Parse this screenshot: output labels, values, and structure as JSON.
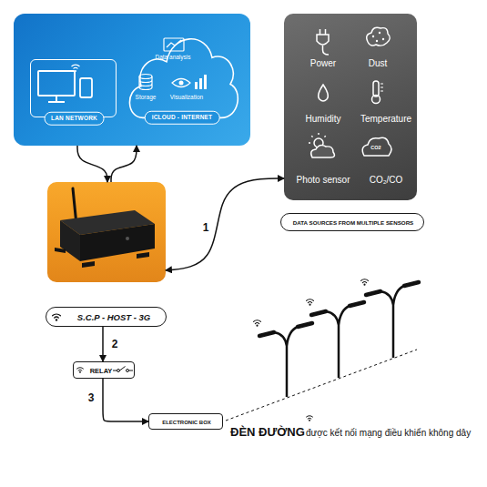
{
  "diagram": {
    "nodes": [
      {
        "text": []
      },
      {
        "text": [
          "LAN NETWORK"
        ],
        "in": 0
      },
      {
        "text": [
          "Data analysis",
          "Storage",
          "Visualization",
          "iCLOUD - INTERNET"
        ],
        "in": 0
      },
      {
        "text": [
          "Power",
          "Dust",
          "Humidity",
          "Temperature",
          "Photo sensor",
          "CO₂/CO"
        ]
      },
      {
        "text": [
          "DATA SOURCES FROM MULTIPLE SENSORS"
        ]
      },
      {
        "text": []
      },
      {
        "text": [
          "S.C.P - HOST - 3G"
        ]
      },
      {
        "text": [
          "RELAY"
        ]
      },
      {
        "text": [
          "ELECTRONIC BOX"
        ]
      }
    ],
    "edges": [
      {
        "from": 0,
        "to": 5,
        "arrow": "to"
      },
      {
        "from": 5,
        "to": 0,
        "arrow": "to"
      },
      {
        "from": 5,
        "to": 3,
        "label": "1",
        "arrow": "both"
      },
      {
        "from": 6,
        "to": 7,
        "label": "2",
        "arrow": "to"
      },
      {
        "from": 7,
        "to": 8,
        "label": "3",
        "arrow": "to"
      }
    ],
    "labels": [
      "CO2",
      "ĐÈN ĐƯỜNG",
      "được kết nối mạng điều khiển không dây"
    ]
  }
}
